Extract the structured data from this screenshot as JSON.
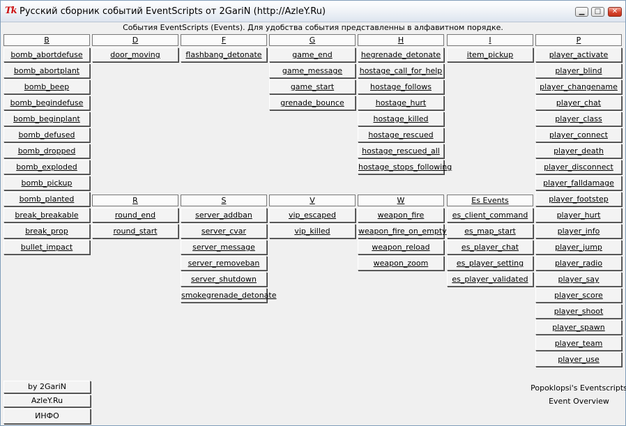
{
  "window": {
    "icon": "Tk",
    "title": "Русский сборник событий EventScripts от 2GariN (http://AzleY.Ru)",
    "subtitle": "События EventScripts (Events). Для удобства события представленны в алфавитном порядке.",
    "controls": {
      "minimize": "▁",
      "maximize": "□",
      "close": "✕"
    }
  },
  "groups": [
    {
      "title": "B",
      "items": [
        "bomb_abortdefuse",
        "bomb_abortplant",
        "bomb_beep",
        "bomb_begindefuse",
        "bomb_beginplant",
        "bomb_defused",
        "bomb_dropped",
        "bomb_exploded",
        "bomb_pickup",
        "bomb_planted",
        "break_breakable",
        "break_prop",
        "bullet_impact"
      ]
    },
    {
      "title": "D",
      "items": [
        "door_moving"
      ]
    },
    {
      "title": "F",
      "items": [
        "flashbang_detonate"
      ]
    },
    {
      "title": "G",
      "items": [
        "game_end",
        "game_message",
        "game_start",
        "grenade_bounce"
      ]
    },
    {
      "title": "H",
      "items": [
        "hegrenade_detonate",
        "hostage_call_for_help",
        "hostage_follows",
        "hostage_hurt",
        "hostage_killed",
        "hostage_rescued",
        "hostage_rescued_all",
        "hostage_stops_following"
      ]
    },
    {
      "title": "I",
      "items": [
        "item_pickup"
      ]
    },
    {
      "title": "P",
      "items": [
        "player_activate",
        "player_blind",
        "player_changename",
        "player_chat",
        "player_class",
        "player_connect",
        "player_death",
        "player_disconnect",
        "player_falldamage",
        "player_footstep",
        "player_hurt",
        "player_info",
        "player_jump",
        "player_radio",
        "player_say",
        "player_score",
        "player_shoot",
        "player_spawn",
        "player_team",
        "player_use"
      ]
    },
    {
      "title": "R",
      "items": [
        "round_end",
        "round_start"
      ]
    },
    {
      "title": "S",
      "items": [
        "server_addban",
        "server_cvar",
        "server_message",
        "server_removeban",
        "server_shutdown",
        "smokegrenade_detonate"
      ]
    },
    {
      "title": "V",
      "items": [
        "vip_escaped",
        "vip_killed"
      ]
    },
    {
      "title": "W",
      "items": [
        "weapon_fire",
        "weapon_fire_on_empty",
        "weapon_reload",
        "weapon_zoom"
      ]
    },
    {
      "title": "Es Events",
      "items": [
        "es_client_command",
        "es_map_start",
        "es_player_chat",
        "es_player_setting",
        "es_player_validated"
      ]
    }
  ],
  "footer": {
    "by": "by 2GariN",
    "site": "AzleY.Ru",
    "info": "ИНФО",
    "credit_line1": "Popoklopsi's Eventscripts",
    "credit_line2": "Event Overview"
  }
}
